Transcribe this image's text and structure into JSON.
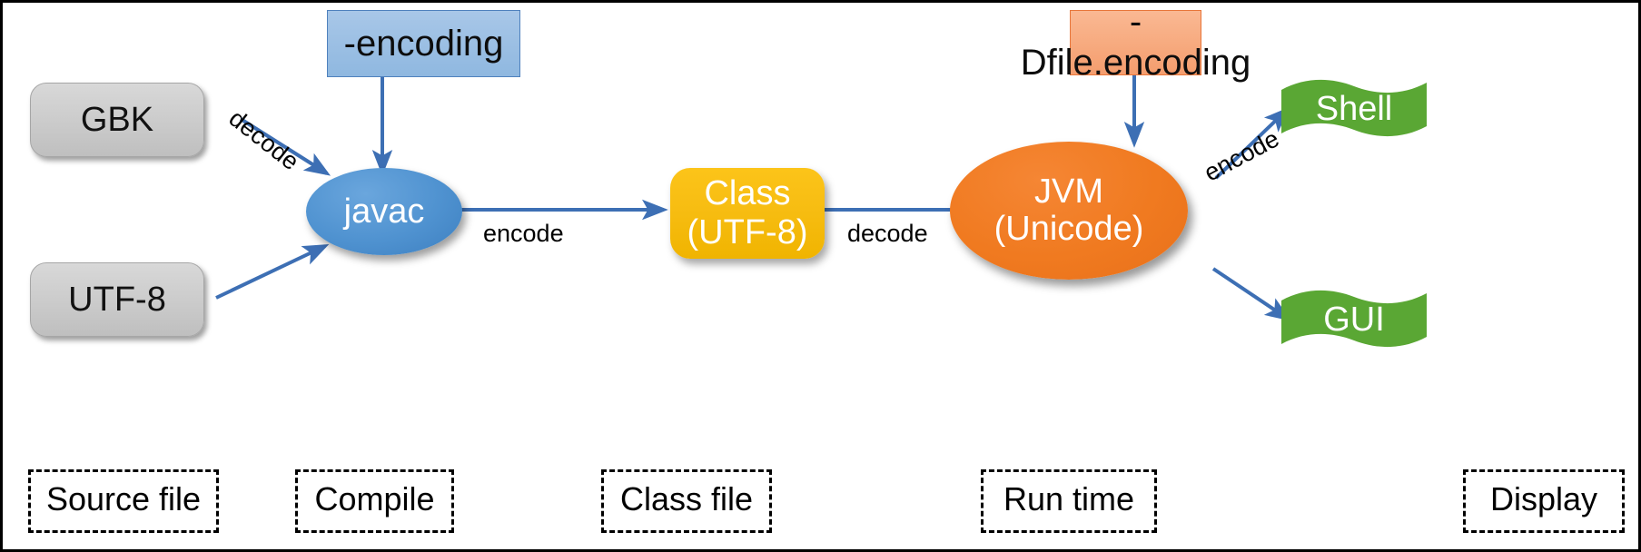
{
  "diagram": {
    "title": "Java encoding pipeline",
    "colors": {
      "arrow": "#3d6fb4",
      "source_box": "#cccccc",
      "option_blue": "#9dc0e4",
      "option_orange": "#f7ab80",
      "javac_ellipse": "#4f92d0",
      "class_box": "#f7bd12",
      "jvm_ellipse": "#f07a20",
      "output_flag": "#5aa734",
      "stage_label_border": "#000000"
    },
    "nodes": {
      "gbk": "GBK",
      "utf8": "UTF-8",
      "encoding_option": "-encoding",
      "javac": "javac",
      "class_file": "Class (UTF-8)",
      "dfile_encoding_option": "-Dfile.encoding",
      "jvm_line1": "JVM",
      "jvm_line2": "(Unicode)",
      "shell": "Shell",
      "gui": "GUI"
    },
    "edges": {
      "gbk_to_javac": "decode",
      "utf8_to_javac": "",
      "encoding_to_javac": "",
      "javac_to_class": "encode",
      "class_to_jvm": "decode",
      "dfile_to_jvm": "",
      "jvm_to_shell": "encode",
      "jvm_to_gui": ""
    },
    "stages": [
      {
        "label": "Source file"
      },
      {
        "label": "Compile"
      },
      {
        "label": "Class file"
      },
      {
        "label": "Run time"
      },
      {
        "label": "Display"
      }
    ]
  }
}
